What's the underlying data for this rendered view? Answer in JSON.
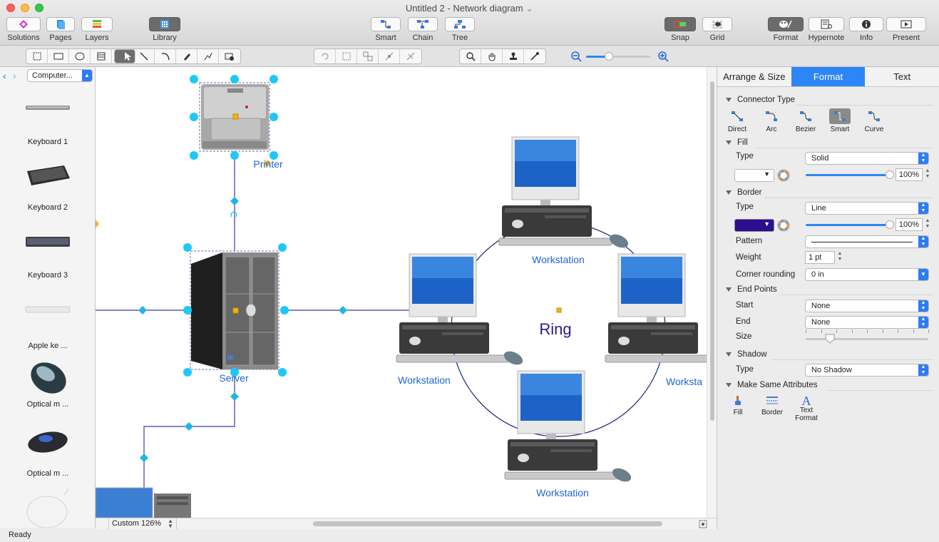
{
  "window": {
    "title": "Untitled 2 - Network diagram",
    "title_chevron": "⌄"
  },
  "toolbar": {
    "solutions": "Solutions",
    "pages": "Pages",
    "layers": "Layers",
    "library": "Library",
    "smart": "Smart",
    "chain": "Chain",
    "tree": "Tree",
    "snap": "Snap",
    "grid": "Grid",
    "format": "Format",
    "hypernote": "Hypernote",
    "info": "Info",
    "present": "Present"
  },
  "library": {
    "category": "Computer...",
    "items": [
      {
        "label": "Keyboard 1"
      },
      {
        "label": "Keyboard 2"
      },
      {
        "label": "Keyboard 3"
      },
      {
        "label": "Apple ke ..."
      },
      {
        "label": "Optical m ..."
      },
      {
        "label": "Optical m ..."
      }
    ]
  },
  "diagram": {
    "printer_label": "Printer",
    "server_label": "Server",
    "ring_label": "Ring",
    "workstation_top": "Workstation",
    "workstation_left": "Workstation",
    "workstation_right": "Worksta",
    "workstation_bottom": "Workstation",
    "ring_color": "#1c1c7e",
    "connector_color": "#3a3aa8",
    "handle_color": "#1ec8f5",
    "diamond_color": "#1eb6e6"
  },
  "zoom": {
    "label": "Custom 126%"
  },
  "status": {
    "text": "Ready"
  },
  "panel": {
    "tabs": [
      "Arrange & Size",
      "Format",
      "Text"
    ],
    "active_tab": "Format",
    "connector_type": {
      "title": "Connector Type",
      "options": [
        "Direct",
        "Arc",
        "Bezier",
        "Smart",
        "Curve"
      ],
      "selected": "Smart"
    },
    "fill": {
      "title": "Fill",
      "type_label": "Type",
      "type_value": "Solid",
      "opacity": "100%",
      "opacity_fraction": 1.0,
      "color": "#ffffff"
    },
    "border": {
      "title": "Border",
      "type_label": "Type",
      "type_value": "Line",
      "opacity": "100%",
      "opacity_fraction": 1.0,
      "color": "#2a0e8e",
      "pattern_label": "Pattern",
      "weight_label": "Weight",
      "weight_value": "1 pt",
      "corner_label": "Corner rounding",
      "corner_value": "0 in"
    },
    "end_points": {
      "title": "End Points",
      "start_label": "Start",
      "start_value": "None",
      "end_label": "End",
      "end_value": "None",
      "size_label": "Size",
      "size_fraction": 0.2
    },
    "shadow": {
      "title": "Shadow",
      "type_label": "Type",
      "type_value": "No Shadow"
    },
    "make_same": {
      "title": "Make Same Attributes",
      "fill": "Fill",
      "border": "Border",
      "text_format_1": "Text",
      "text_format_2": "Format"
    }
  }
}
